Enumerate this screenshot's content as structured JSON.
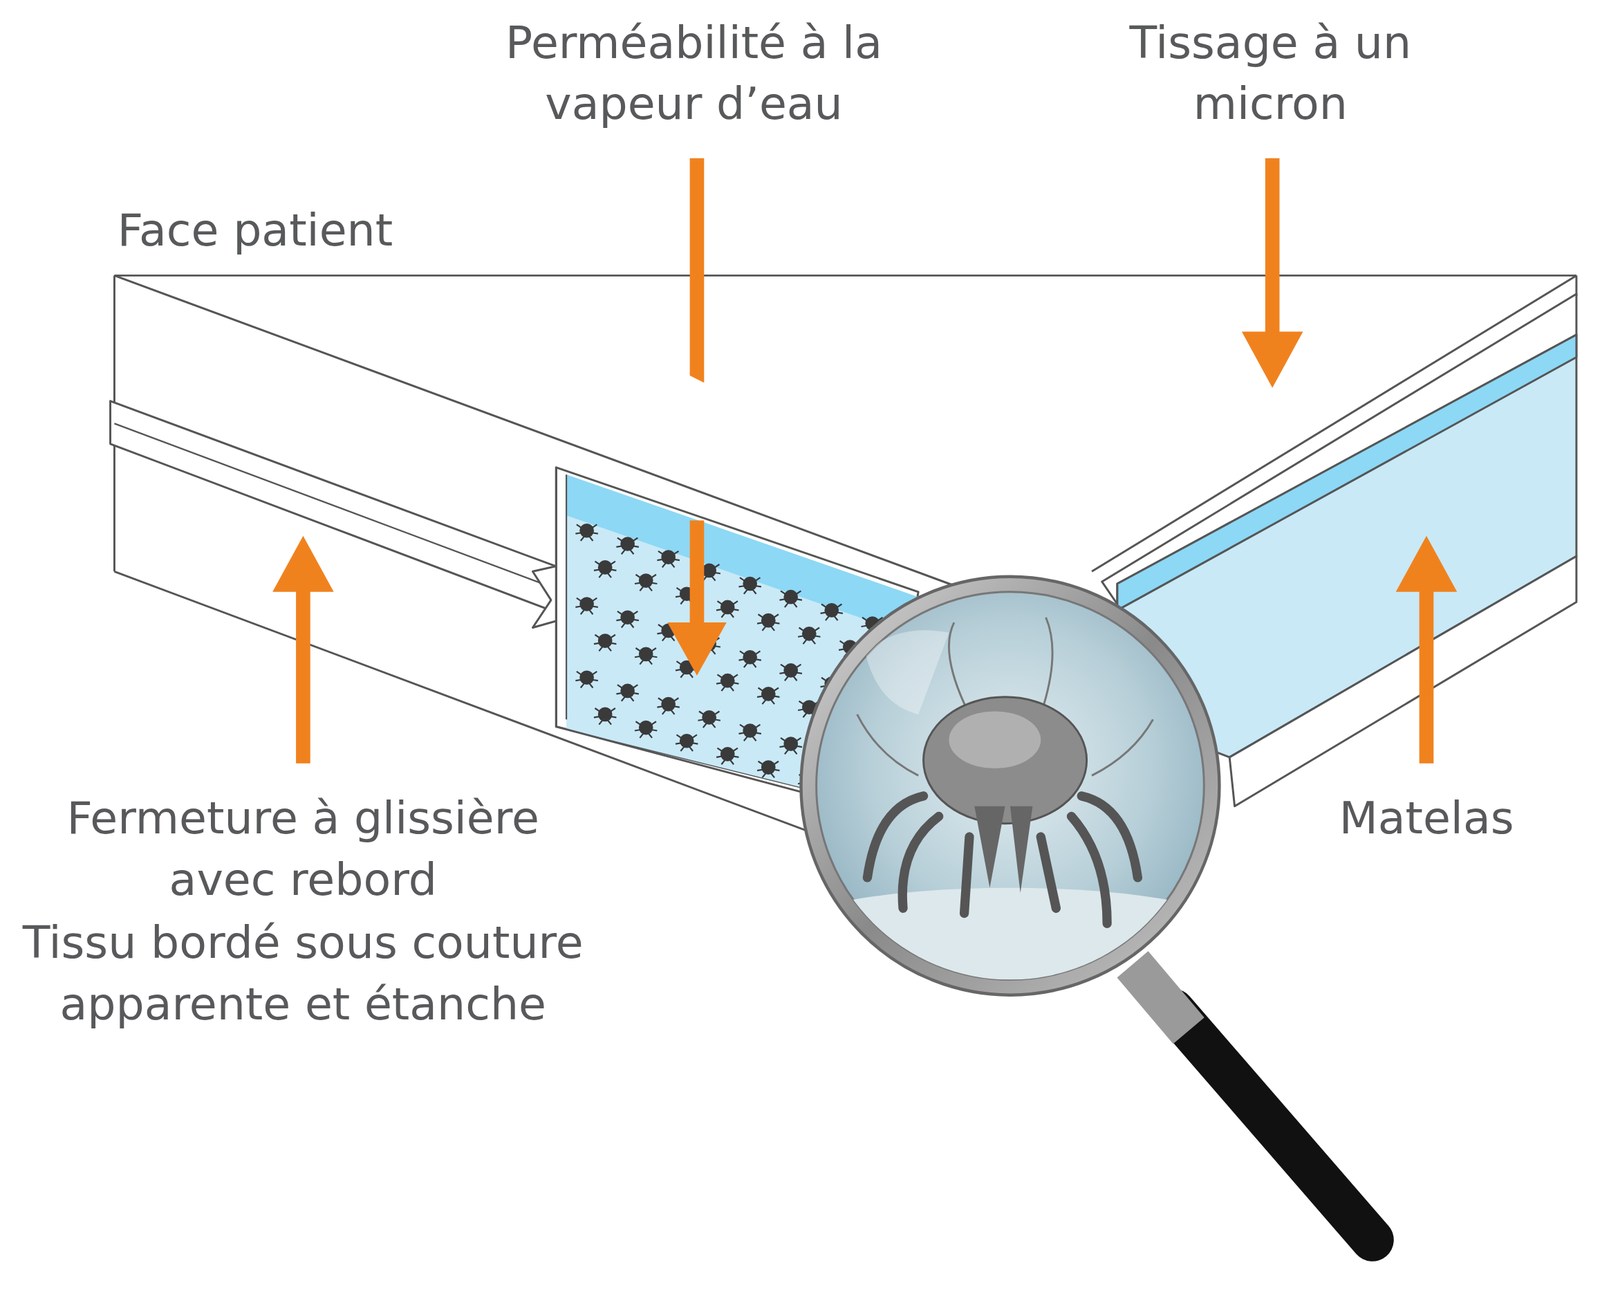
{
  "diagram": {
    "labels": [
      "Perméabilité à la vapeur d’eau",
      "Tissage à un micron",
      "Face patient",
      "Fermeture à glissière avec rebord",
      "Tissu bordé sous couture apparente et étanche",
      "Matelas"
    ]
  }
}
